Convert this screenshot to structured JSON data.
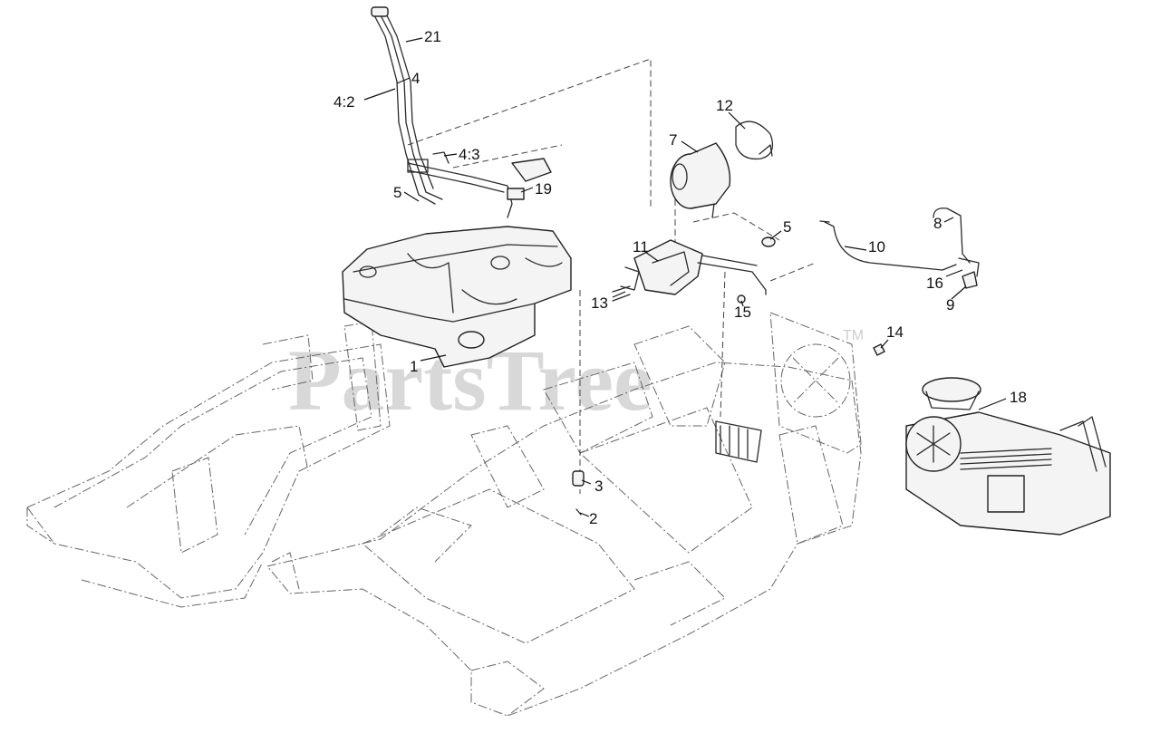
{
  "watermark": {
    "text": "PartsTree",
    "trademark": "TM"
  },
  "callouts": {
    "c21": "21",
    "c4": "4",
    "c4_2": "4:2",
    "c4_3": "4:3",
    "c5a": "5",
    "c19": "19",
    "c12": "12",
    "c7": "7",
    "c5b": "5",
    "c11": "11",
    "c10": "10",
    "c8": "8",
    "c16": "16",
    "c9": "9",
    "c13": "13",
    "c15": "15",
    "c1": "1",
    "c14": "14",
    "c18": "18",
    "c3": "3",
    "c2": "2"
  }
}
